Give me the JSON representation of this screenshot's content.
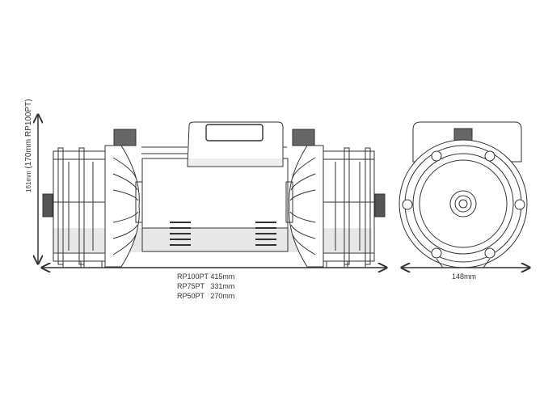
{
  "height_label": {
    "main": "161mm",
    "alt": "(170mm RP100PT)"
  },
  "length_labels": [
    {
      "model": "RP100PT",
      "length": "415mm"
    },
    {
      "model": "RP75PT",
      "length": "331mm"
    },
    {
      "model": "RP50PT",
      "length": "270mm"
    }
  ],
  "width_label": "148mm",
  "colors": {
    "line": "#333333",
    "shade": "#e6e6e6"
  }
}
